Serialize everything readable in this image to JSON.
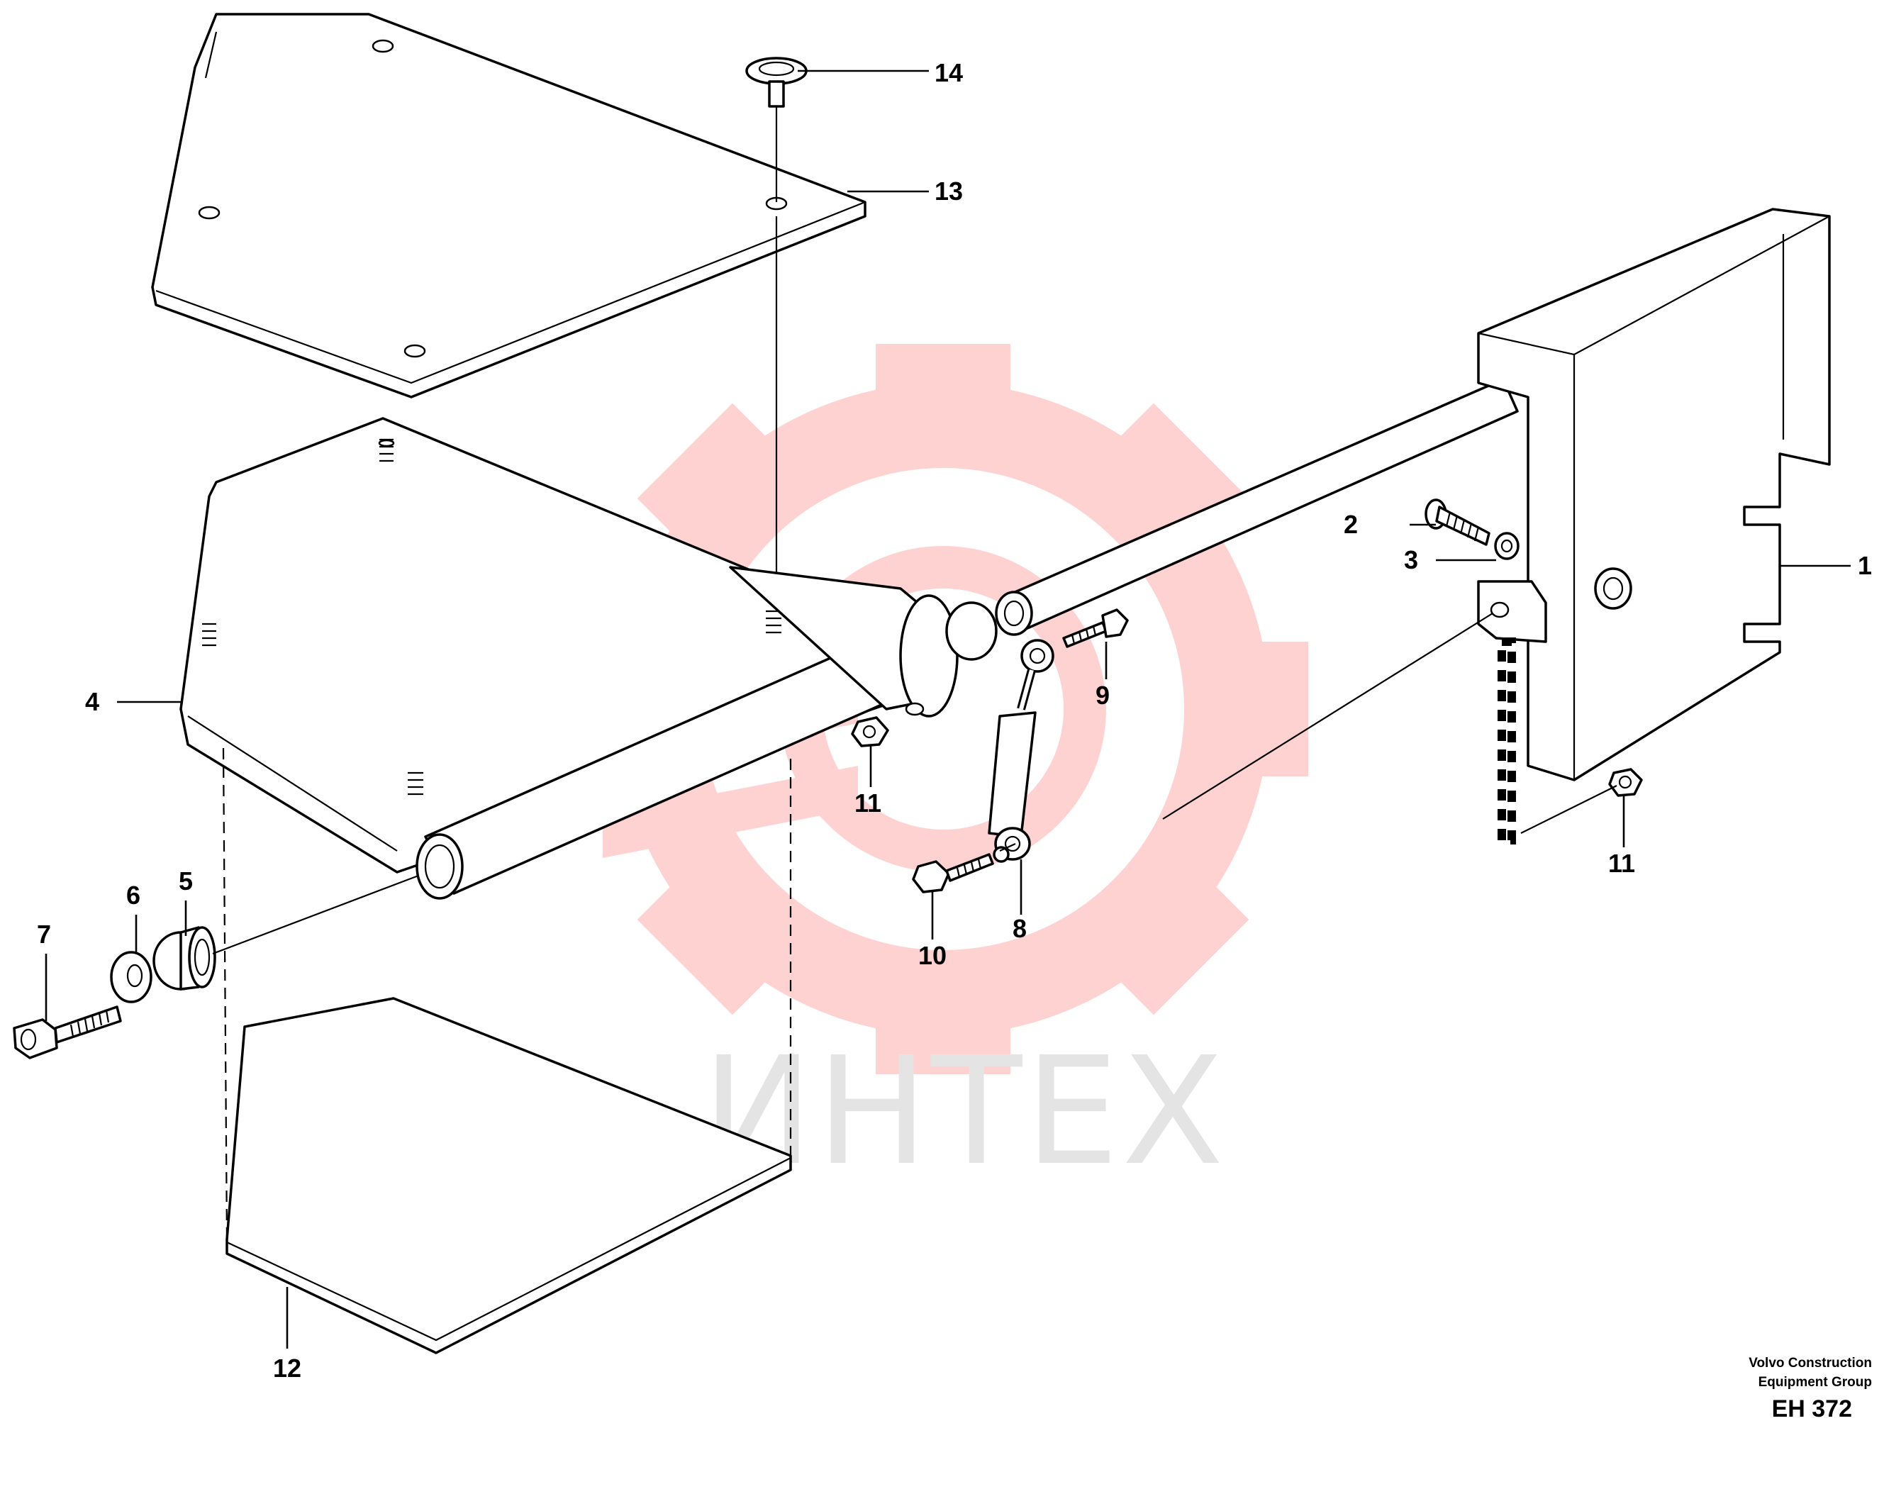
{
  "diagram": {
    "watermark_text": "ИНТЕХ",
    "brand_line1": "Volvo Construction",
    "brand_line2": "Equipment Group",
    "code": "EH 372",
    "callouts": {
      "c1": "1",
      "c2": "2",
      "c3": "3",
      "c4": "4",
      "c5": "5",
      "c6": "6",
      "c7": "7",
      "c8": "8",
      "c9": "9",
      "c10": "10",
      "c11a": "11",
      "c11b": "11",
      "c12": "12",
      "c13": "13",
      "c14": "14"
    },
    "colors": {
      "watermark_gear": "#ffd2d2",
      "watermark_text": "#e4e4e4",
      "line": "#000000"
    }
  }
}
